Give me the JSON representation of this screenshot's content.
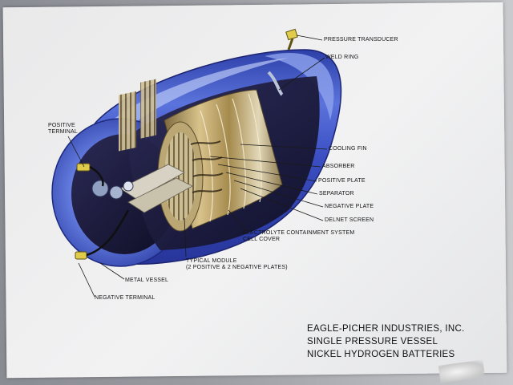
{
  "labels": {
    "pressure_transducer": "PRESSURE TRANSDUCER",
    "weld_ring": "WELD RING",
    "positive_terminal_1": "POSITIVE",
    "positive_terminal_2": "TERMINAL",
    "cooling_fin": "COOLING FIN",
    "absorber": "ABSORBER",
    "positive_plate": "POSITIVE PLATE",
    "separator": "SEPARATOR",
    "negative_plate": "NEGATIVE PLATE",
    "delnet_screen": "DELNET SCREEN",
    "electrolyte_1": "ELECTROLYTE CONTAINMENT SYSTEM",
    "electrolyte_2": "CELL COVER",
    "typical_module_1": "TYPICAL MODULE",
    "typical_module_2": "(2 POSITIVE & 2 NEGATIVE PLATES)",
    "metal_vessel": "METAL VESSEL",
    "negative_terminal": "NEGATIVE TERMINAL"
  },
  "title": {
    "line1": "EAGLE-PICHER INDUSTRIES, INC.",
    "line2": "SINGLE PRESSURE VESSEL",
    "line3": "NICKEL HYDROGEN BATTERIES"
  },
  "colors": {
    "vessel_blue": "#3e56c8",
    "vessel_highlight": "#9fb4f2",
    "interior_dark": "#1c1a3a",
    "plate_gold": "#c7a65a",
    "plate_silver": "#d8d3c6",
    "terminal_yellow": "#e0cc4a"
  }
}
